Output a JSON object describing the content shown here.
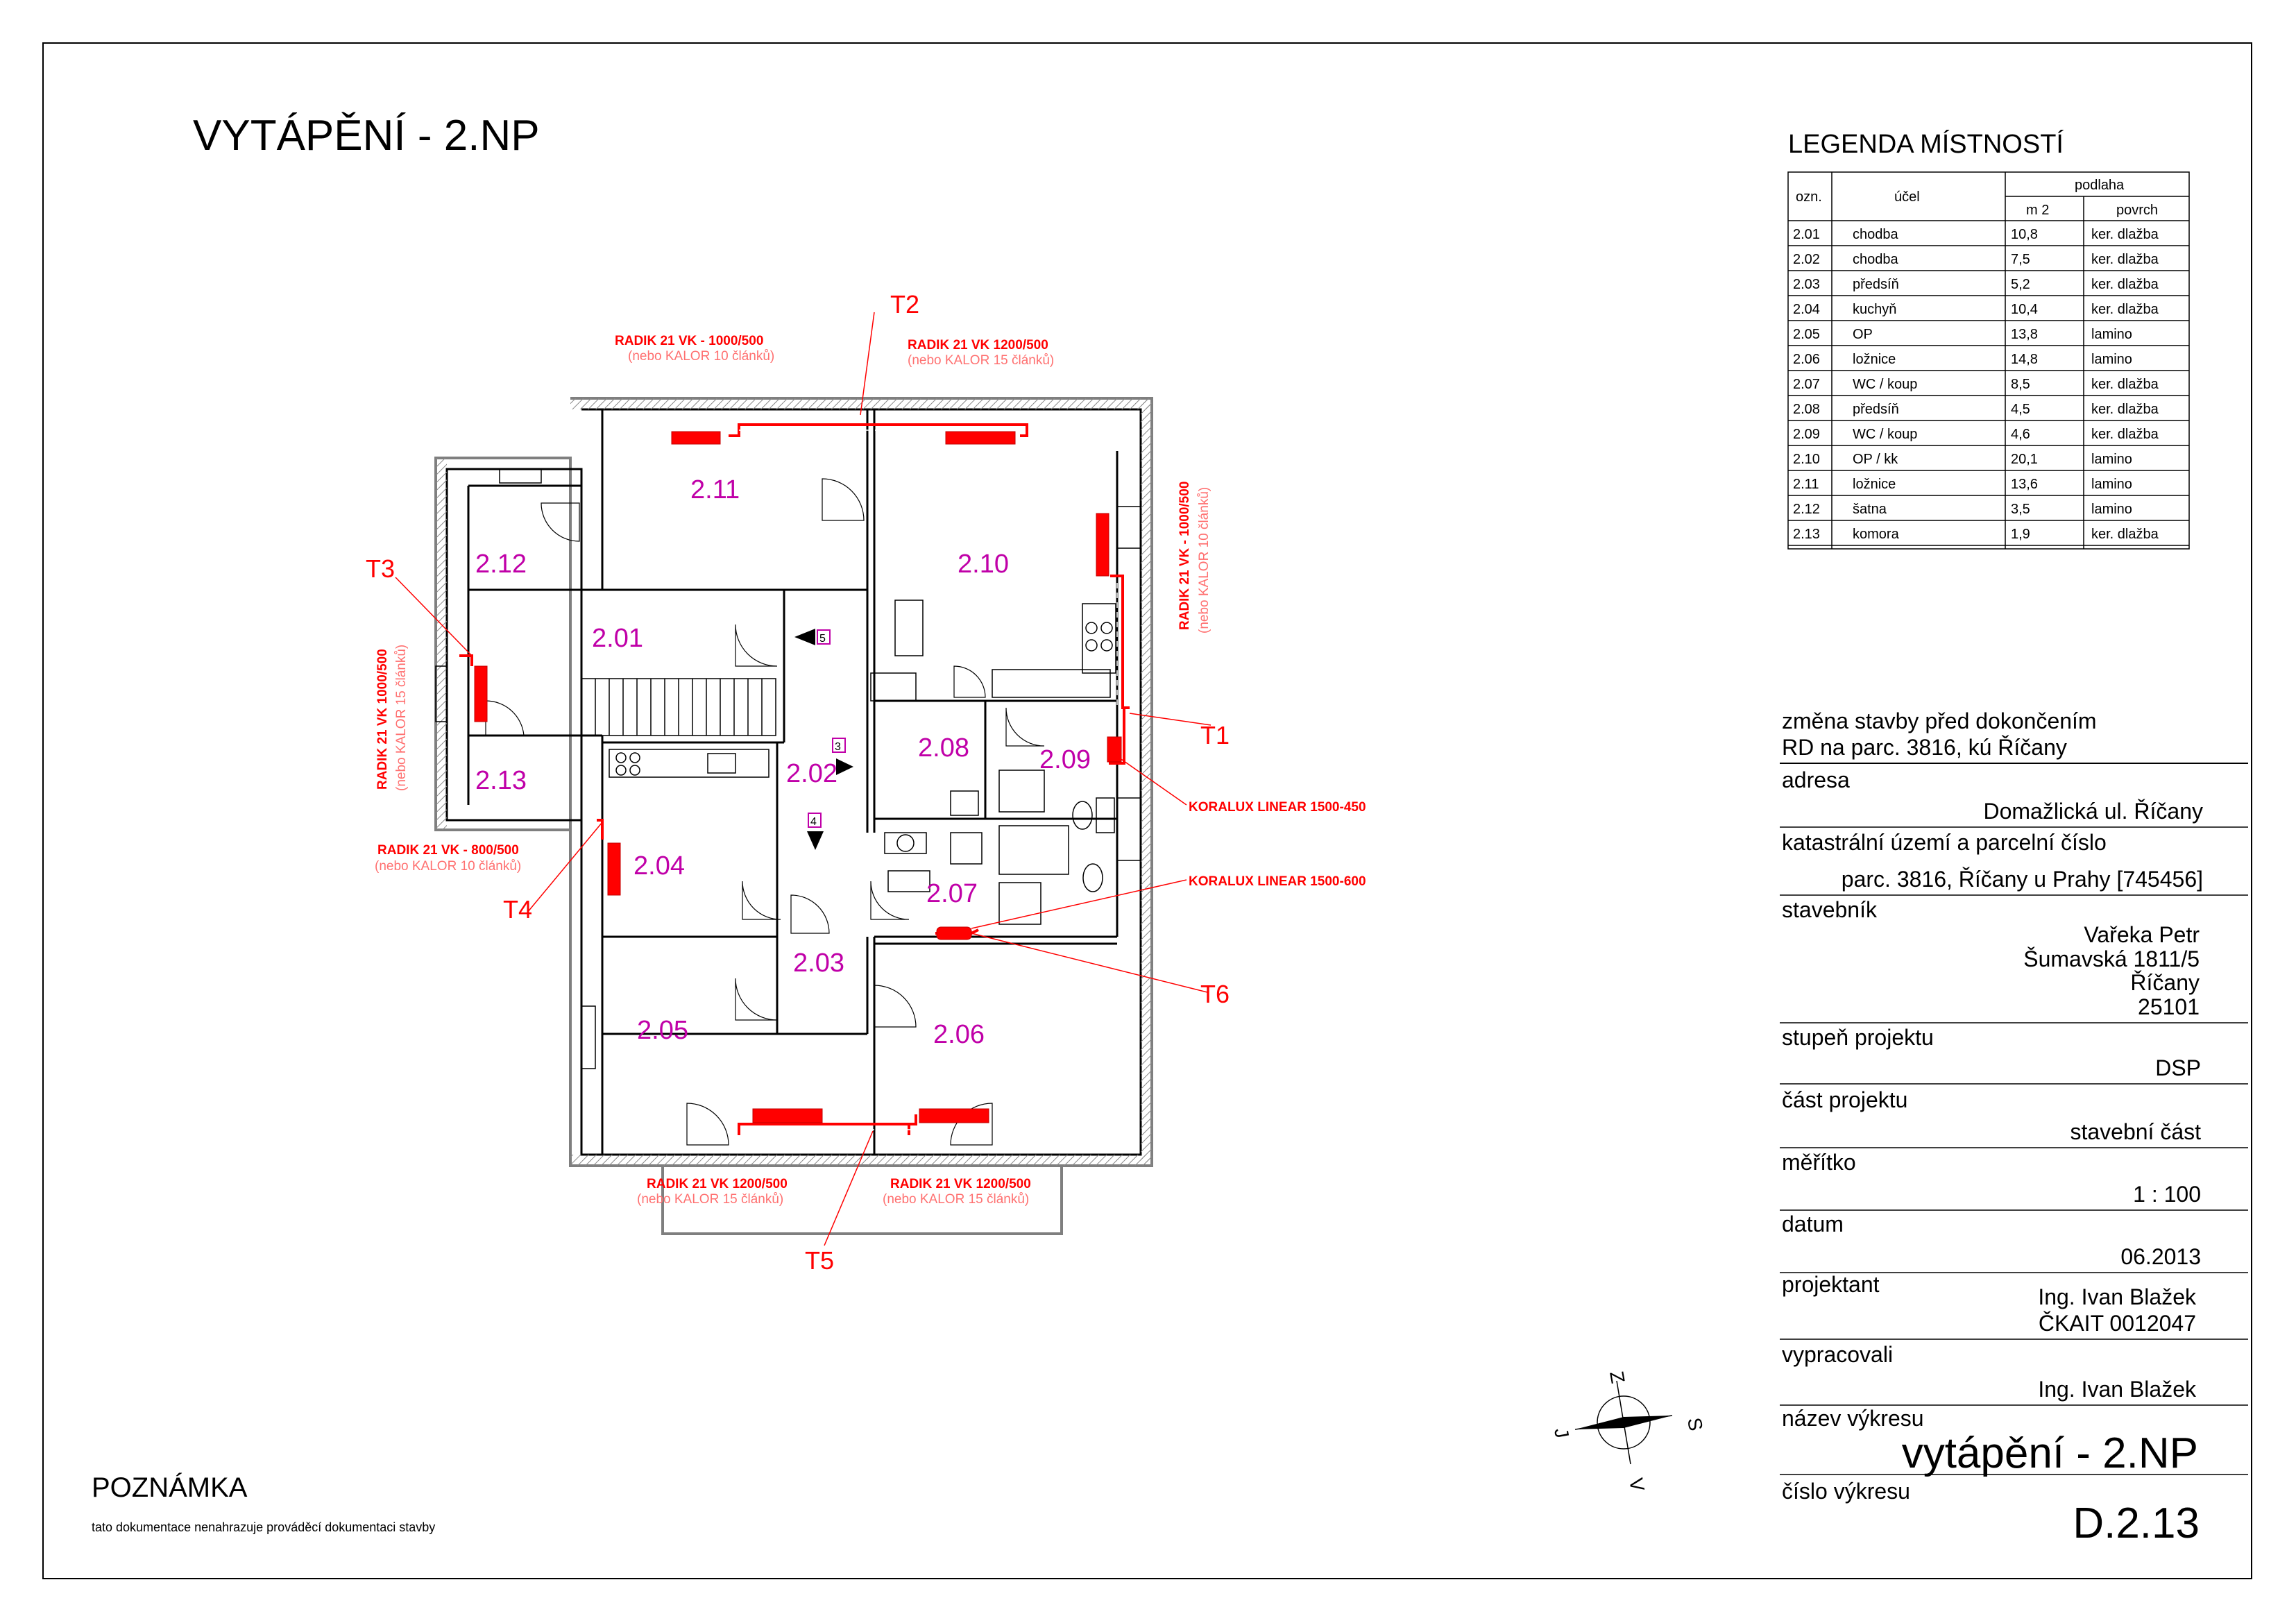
{
  "title": "VYTÁPĚNÍ - 2.NP",
  "legend": {
    "heading": "LEGENDA MÍSTNOSTÍ",
    "headers": {
      "ozn": "ozn.",
      "ucel": "účel",
      "podlaha": "podlaha",
      "m2": "m 2",
      "povrch": "povrch"
    },
    "rows": [
      {
        "ozn": "2.01",
        "ucel": "chodba",
        "m2": "10,8",
        "povrch": "ker. dlažba"
      },
      {
        "ozn": "2.02",
        "ucel": "chodba",
        "m2": "7,5",
        "povrch": "ker. dlažba"
      },
      {
        "ozn": "2.03",
        "ucel": "předsíň",
        "m2": "5,2",
        "povrch": "ker. dlažba"
      },
      {
        "ozn": "2.04",
        "ucel": "kuchyň",
        "m2": "10,4",
        "povrch": "ker. dlažba"
      },
      {
        "ozn": "2.05",
        "ucel": "OP",
        "m2": "13,8",
        "povrch": "lamino"
      },
      {
        "ozn": "2.06",
        "ucel": "ložnice",
        "m2": "14,8",
        "povrch": "lamino"
      },
      {
        "ozn": "2.07",
        "ucel": "WC / koup",
        "m2": "8,5",
        "povrch": "ker. dlažba"
      },
      {
        "ozn": "2.08",
        "ucel": "předsíň",
        "m2": "4,5",
        "povrch": "ker. dlažba"
      },
      {
        "ozn": "2.09",
        "ucel": "WC / koup",
        "m2": "4,6",
        "povrch": "ker. dlažba"
      },
      {
        "ozn": "2.10",
        "ucel": "OP / kk",
        "m2": "20,1",
        "povrch": "lamino"
      },
      {
        "ozn": "2.11",
        "ucel": "ložnice",
        "m2": "13,6",
        "povrch": "lamino"
      },
      {
        "ozn": "2.12",
        "ucel": "šatna",
        "m2": "3,5",
        "povrch": "lamino"
      },
      {
        "ozn": "2.13",
        "ucel": "komora",
        "m2": "1,9",
        "povrch": "ker. dlažba"
      }
    ]
  },
  "rooms": {
    "r201": "2.01",
    "r202": "2.02",
    "r203": "2.03",
    "r204": "2.04",
    "r205": "2.05",
    "r206": "2.06",
    "r207": "2.07",
    "r208": "2.08",
    "r209": "2.09",
    "r210": "2.10",
    "r211": "2.11",
    "r212": "2.12",
    "r213": "2.13"
  },
  "markers": {
    "m3": "3",
    "m4": "4",
    "m5": "5"
  },
  "radiators": {
    "top_left": {
      "label": "RADIK 21 VK - 1000/500",
      "alt": "(nebo KALOR  10  článků)"
    },
    "top_right": {
      "label": "RADIK 21 VK 1200/500",
      "alt": "(nebo KALOR  15  článků)"
    },
    "right": {
      "label": "RADIK 21 VK - 1000/500",
      "alt": "(nebo KALOR  10  článků)"
    },
    "left": {
      "label": "RADIK 21 VK 1000/500",
      "alt": "(nebo KALOR  15  článků)"
    },
    "kitchen": {
      "label": "RADIK 21 VK - 800/500",
      "alt": "(nebo KALOR  10  článků)"
    },
    "bottom_left": {
      "label": "RADIK 21 VK 1200/500",
      "alt": "(nebo KALOR  15  článků)"
    },
    "bottom_right": {
      "label": "RADIK 21 VK 1200/500",
      "alt": "(nebo KALOR  15  článků)"
    },
    "koralux1": {
      "label": "KORALUX LINEAR 1500-450"
    },
    "koralux2": {
      "label": "KORALUX LINEAR 1500-600"
    }
  },
  "tags": {
    "t1": "T1",
    "t2": "T2",
    "t3": "T3",
    "t4": "T4",
    "t5": "T5",
    "t6": "T6"
  },
  "title_block": {
    "heading1": "změna stavby před dokončením",
    "heading2": "RD  na parc. 3816, kú Říčany",
    "adresa_lbl": "adresa",
    "adresa": "Domažlická ul. Říčany",
    "katastr_lbl": "katastrální území a parcelní číslo",
    "katastr": "parc. 3816, Říčany u Prahy [745456]",
    "stavebnik_lbl": "stavebník",
    "stavebnik1": "Vařeka Petr",
    "stavebnik2": "Šumavská 1811/5",
    "stavebnik3": "Říčany",
    "stavebnik4": "25101",
    "stupen_lbl": "stupeň projektu",
    "stupen": "DSP",
    "cast_lbl": "část projektu",
    "cast": "stavební část",
    "meritko_lbl": "měřítko",
    "meritko": "1 : 100",
    "datum_lbl": "datum",
    "datum": "06.2013",
    "projektant_lbl": "projektant",
    "projektant1": "Ing. Ivan Blažek",
    "projektant2": "ČKAIT 0012047",
    "vypracovali_lbl": "vypracovali",
    "vypracovali": "Ing. Ivan Blažek",
    "nazev_lbl": "název výkresu",
    "nazev": "vytápění - 2.NP",
    "cislo_lbl": "číslo výkresu",
    "cislo": "D.2.13"
  },
  "compass": {
    "s": "S",
    "j": "J",
    "v": "V",
    "z": "Z"
  },
  "note": {
    "heading": "POZNÁMKA",
    "text": "tato dokumentace nenahrazuje prováděcí dokumentaci stavby"
  }
}
